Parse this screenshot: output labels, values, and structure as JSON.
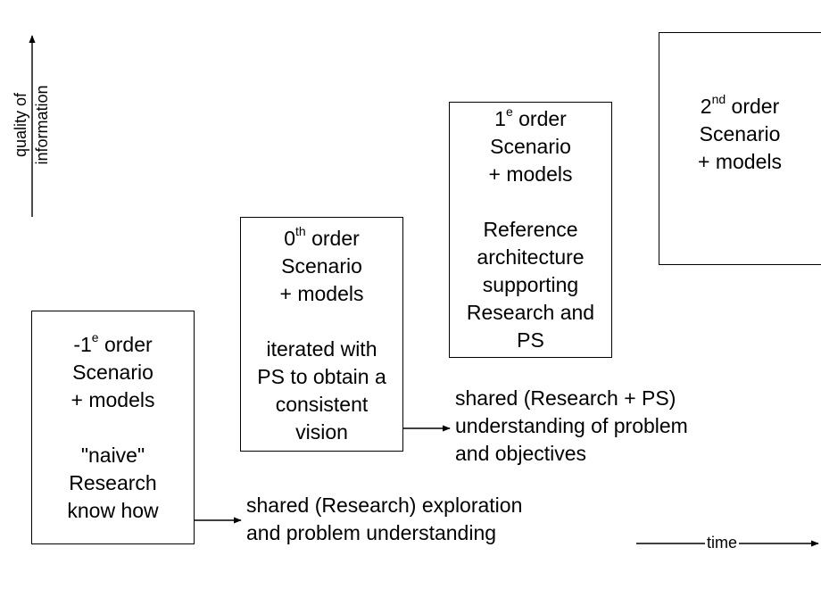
{
  "axes": {
    "y_label_lines": [
      "quality of",
      "information"
    ],
    "x_label": "time"
  },
  "boxes": [
    {
      "id": "neg1",
      "ord_main": "-1",
      "ord_sup": "e",
      "ord_word": " order",
      "lines": [
        "Scenario",
        "+ models"
      ],
      "desc": [
        "\"naive\"",
        "Research",
        "know how"
      ]
    },
    {
      "id": "zero",
      "ord_main": "0",
      "ord_sup": "th",
      "ord_word": " order",
      "lines": [
        "Scenario",
        "+ models"
      ],
      "desc": [
        "iterated with",
        "PS to obtain a",
        "consistent",
        "vision"
      ]
    },
    {
      "id": "first",
      "ord_main": "1",
      "ord_sup": "e",
      "ord_word": " order",
      "lines": [
        "Scenario",
        "+ models"
      ],
      "desc": [
        "Reference",
        "architecture",
        "supporting",
        "Research and",
        "PS"
      ]
    },
    {
      "id": "second",
      "ord_main": "2",
      "ord_sup": "nd",
      "ord_word": " order",
      "lines": [
        "Scenario",
        "+ models"
      ],
      "desc": []
    }
  ],
  "outcomes": [
    {
      "lines": [
        "shared (Research) exploration",
        "and problem understanding"
      ]
    },
    {
      "lines": [
        "shared (Research + PS)",
        "understanding of problem",
        "and objectives"
      ]
    }
  ]
}
